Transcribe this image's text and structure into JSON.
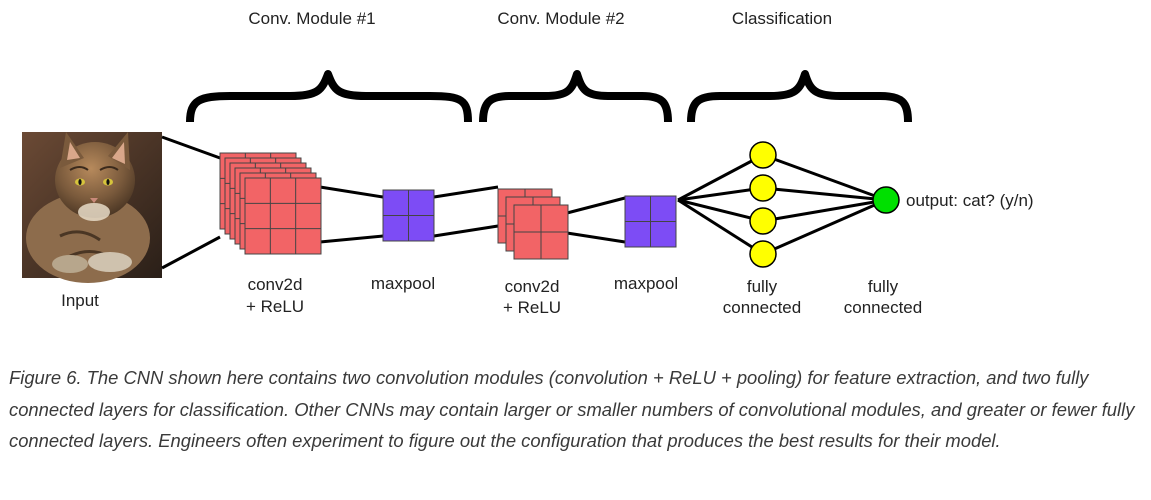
{
  "modules": {
    "conv1": "Conv. Module #1",
    "conv2": "Conv. Module #2",
    "classification": "Classification"
  },
  "labels": {
    "input": "Input",
    "conv2d_1": [
      "conv2d",
      "+ ReLU"
    ],
    "maxpool_1": "maxpool",
    "conv2d_2": [
      "conv2d",
      "+ ReLU"
    ],
    "maxpool_2": "maxpool",
    "fc_1": [
      "fully",
      "connected"
    ],
    "fc_2": [
      "fully",
      "connected"
    ],
    "output": "output: cat? (y/n)"
  },
  "input_image": {
    "subject": "tabby cat photo"
  },
  "fc_layer_1_nodes": 4,
  "conv_stack_1_count": 6,
  "conv_stack_2_count": 3,
  "colors": {
    "conv": "#f26466",
    "maxpool": "#7d4cf5",
    "fc_node": "#ffff00",
    "output_node": "#00e000",
    "lines": "#000000"
  },
  "caption": "Figure 6. The CNN shown here contains two convolution modules (convolution + ReLU + pooling) for feature extraction, and two fully connected layers for classification. Other CNNs may contain larger or smaller numbers of convolutional modules, and greater or fewer fully connected layers. Engineers often experiment to figure out the configuration that produces the best results for their model."
}
